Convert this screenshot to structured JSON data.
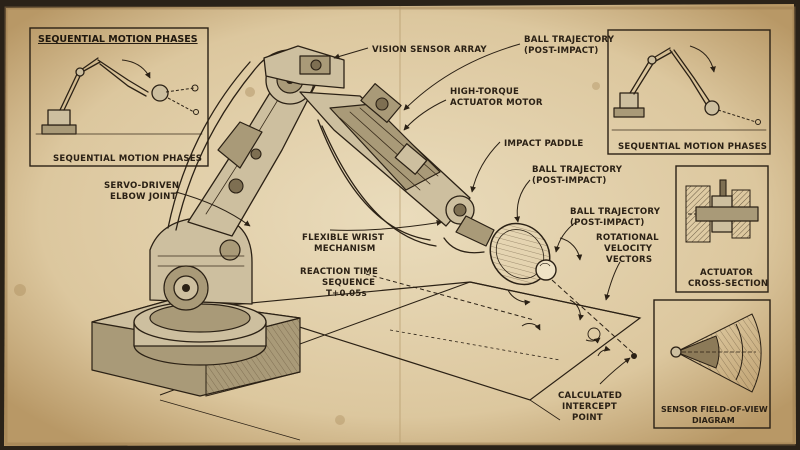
{
  "panels": {
    "top_left_title": "SEQUENTIAL MOTION PHASES",
    "top_left_caption": "SEQUENTIAL MOTION PHASES",
    "top_right_caption": "SEQUENTIAL MOTION PHASES",
    "actuator_caption_line1": "ACTUATOR",
    "actuator_caption_line2": "CROSS-SECTION",
    "sensor_caption_line1": "SENSOR FIELD-OF-VIEW",
    "sensor_caption_line2": "DIAGRAM"
  },
  "callouts": {
    "vision_sensor": "VISION SENSOR ARRAY",
    "ball_traj_top_1": "BALL TRAJECTORY",
    "ball_traj_top_2": "(POST-IMPACT)",
    "actuator_motor_1": "HIGH-TORQUE",
    "actuator_motor_2": "ACTUATOR MOTOR",
    "impact_paddle": "IMPACT PADDLE",
    "ball_traj_mid_1": "BALL TRAJECTORY",
    "ball_traj_mid_2": "(POST-IMPACT)",
    "ball_traj_low_1": "BALL TRAJECTORY",
    "ball_traj_low_2": "(POST-IMPACT)",
    "servo_elbow_1": "SERVO-DRIVEN",
    "servo_elbow_2": "ELBOW JOINT",
    "wrist_1": "FLEXIBLE WRIST",
    "wrist_2": "MECHANISM",
    "rot_vel_1": "ROTATIONAL",
    "rot_vel_2": "VELOCITY",
    "rot_vel_3": "VECTORS",
    "reaction_1": "REACTION TIME",
    "reaction_2": "SEQUENCE",
    "reaction_3": "T+0.05s",
    "intercept_1": "CALCULATED",
    "intercept_2": "INTERCEPT",
    "intercept_3": "POINT"
  },
  "colors": {
    "paper": "#e6d6b4",
    "paper_edge": "#b79b6b",
    "ink": "#2b2115",
    "metal": "#cdbf9f"
  }
}
